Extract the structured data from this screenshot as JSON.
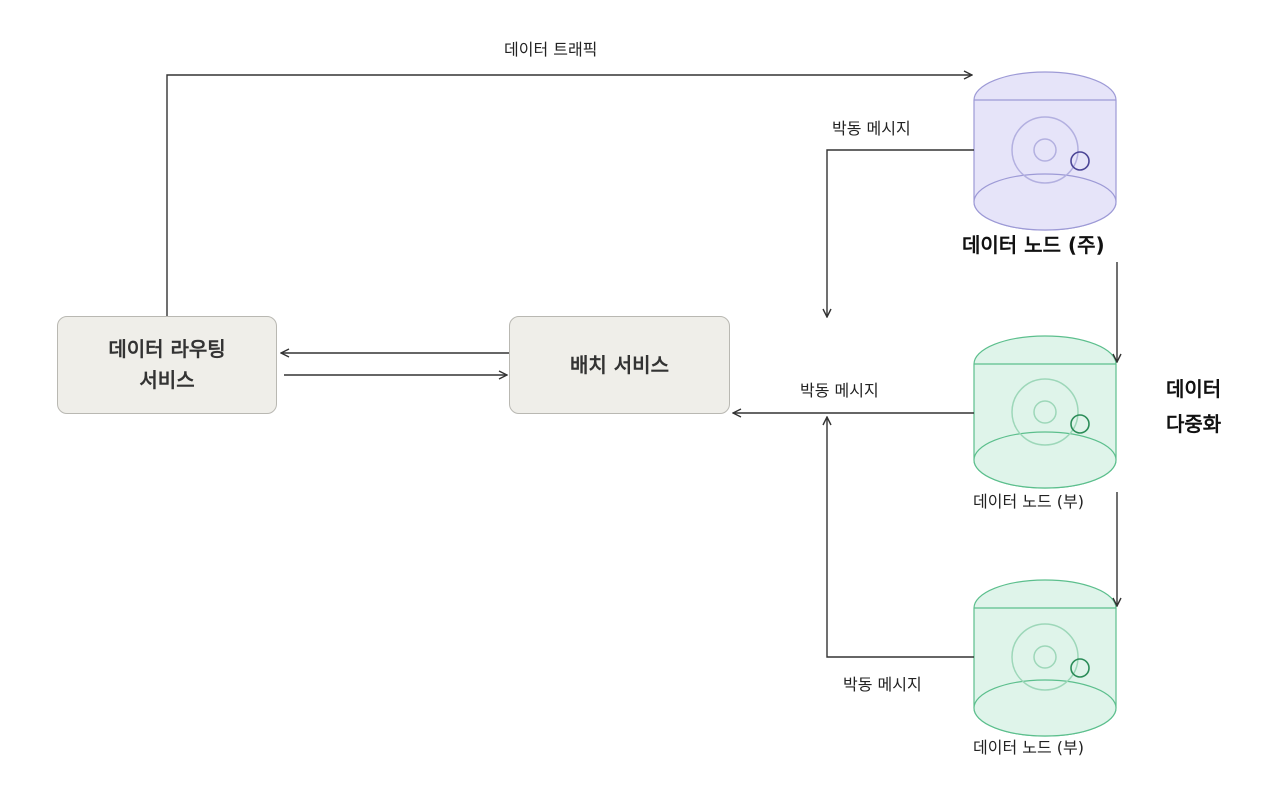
{
  "router": {
    "line1": "데이터 라우팅",
    "line2": "서비스"
  },
  "batch": {
    "label": "배치 서비스"
  },
  "labels": {
    "data_traffic": "데이터 트래픽",
    "heartbeat_primary": "박동 메시지",
    "heartbeat_secondary_1": "박동 메시지",
    "heartbeat_secondary_2": "박동 메시지",
    "node_primary": "데이터 노드 (주)",
    "node_secondary_1": "데이터 노드 (부)",
    "node_secondary_2": "데이터 노드 (부)",
    "replication_line1": "데이터",
    "replication_line2": "다중화"
  },
  "colors": {
    "primary_node_fill": "#e6e4f9",
    "primary_node_stroke": "#9d9ad6",
    "primary_node_accent": "#4b4596",
    "secondary_node_fill": "#dff4ea",
    "secondary_node_stroke": "#5cbf8d",
    "secondary_node_accent": "#2b8c58",
    "service_box_fill": "#efeee9",
    "arrow": "#333333"
  },
  "icons": {
    "primary_node": "disk-cylinder-icon",
    "secondary_node": "disk-cylinder-icon"
  }
}
